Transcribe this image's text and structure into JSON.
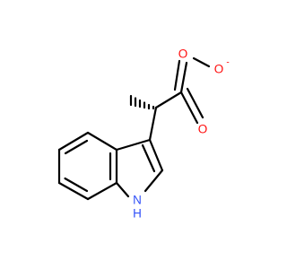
{
  "molecule": {
    "atoms": {
      "carboxylate_oxygen": {
        "symbol": "O",
        "charge": "-",
        "color": "#ff0d0d"
      },
      "carboxyl_oxygen": {
        "symbol": "O",
        "color": "#ff0d0d"
      },
      "keto_oxygen": {
        "symbol": "O",
        "color": "#ff0d0d"
      },
      "indole_nitrogen": {
        "symbol": "N",
        "color": "#3050f8"
      },
      "indole_hydrogen": {
        "symbol": "H",
        "color": "#3050f8"
      }
    }
  }
}
